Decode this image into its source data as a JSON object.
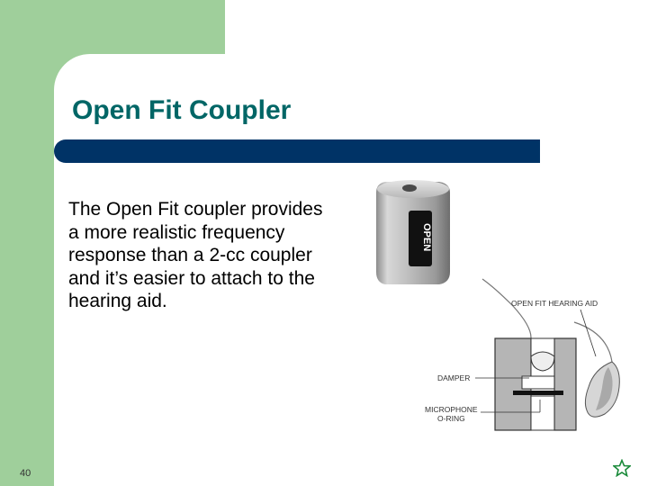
{
  "slide": {
    "title": "Open Fit Coupler",
    "body": "The Open Fit coupler provides a more realistic frequency response than a 2-cc coupler and it’s easier to attach to the hearing aid.",
    "slide_number": "40"
  },
  "coupler_photo": {
    "label": "OPEN",
    "icon": "coupler-photo"
  },
  "diagram": {
    "labels": {
      "hearing_aid": "OPEN FIT HEARING AID",
      "damper": "DAMPER",
      "microphone_line1": "MICROPHONE",
      "microphone_line2": "O-RING"
    }
  },
  "colors": {
    "green_block": "#9fcf9b",
    "title_bar": "#003366",
    "title_text": "#006666",
    "star": "#1a8a3a"
  },
  "nav": {
    "star_icon": "star-icon"
  }
}
